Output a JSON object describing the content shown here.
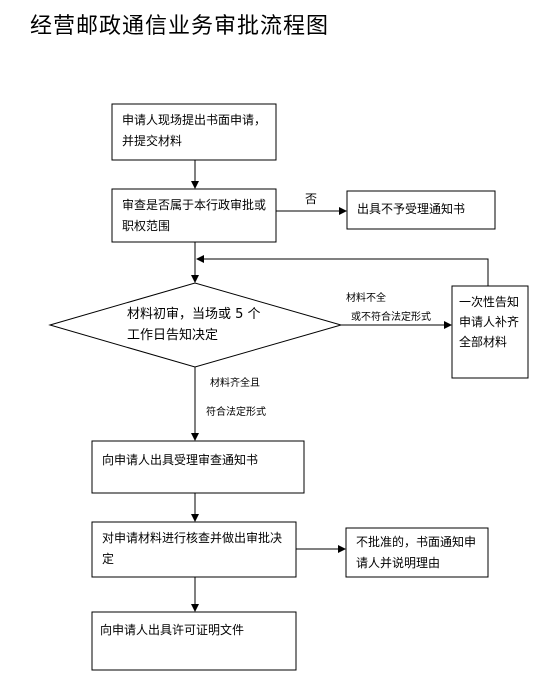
{
  "title": "经营邮政通信业务审批流程图",
  "nodes": {
    "apply": "申请人现场提出书面申请，并提交材料",
    "check_scope": "审查是否属于本行政审批或职权范围",
    "reject_notice": "出具不予受理通知书",
    "initial_review": "材料初审，当场或 5 个工作日告知决定",
    "supplement": "一次性告知申请人补齐全部材料",
    "accept_notice": "向申请人出具受理审查通知书",
    "verify_decide": "对申请材料进行核查并做出审批决定",
    "disapprove": "不批准的，书面通知申请人并说明理由",
    "issue_license": "向申请人出具许可证明文件"
  },
  "edges": {
    "no": "否",
    "incomplete_1": "材料不全",
    "incomplete_2": "或不符合法定形式",
    "complete_1": "材料齐全且",
    "complete_2": "符合法定形式"
  },
  "colors": {
    "line": "#000000",
    "fill": "#ffffff"
  }
}
